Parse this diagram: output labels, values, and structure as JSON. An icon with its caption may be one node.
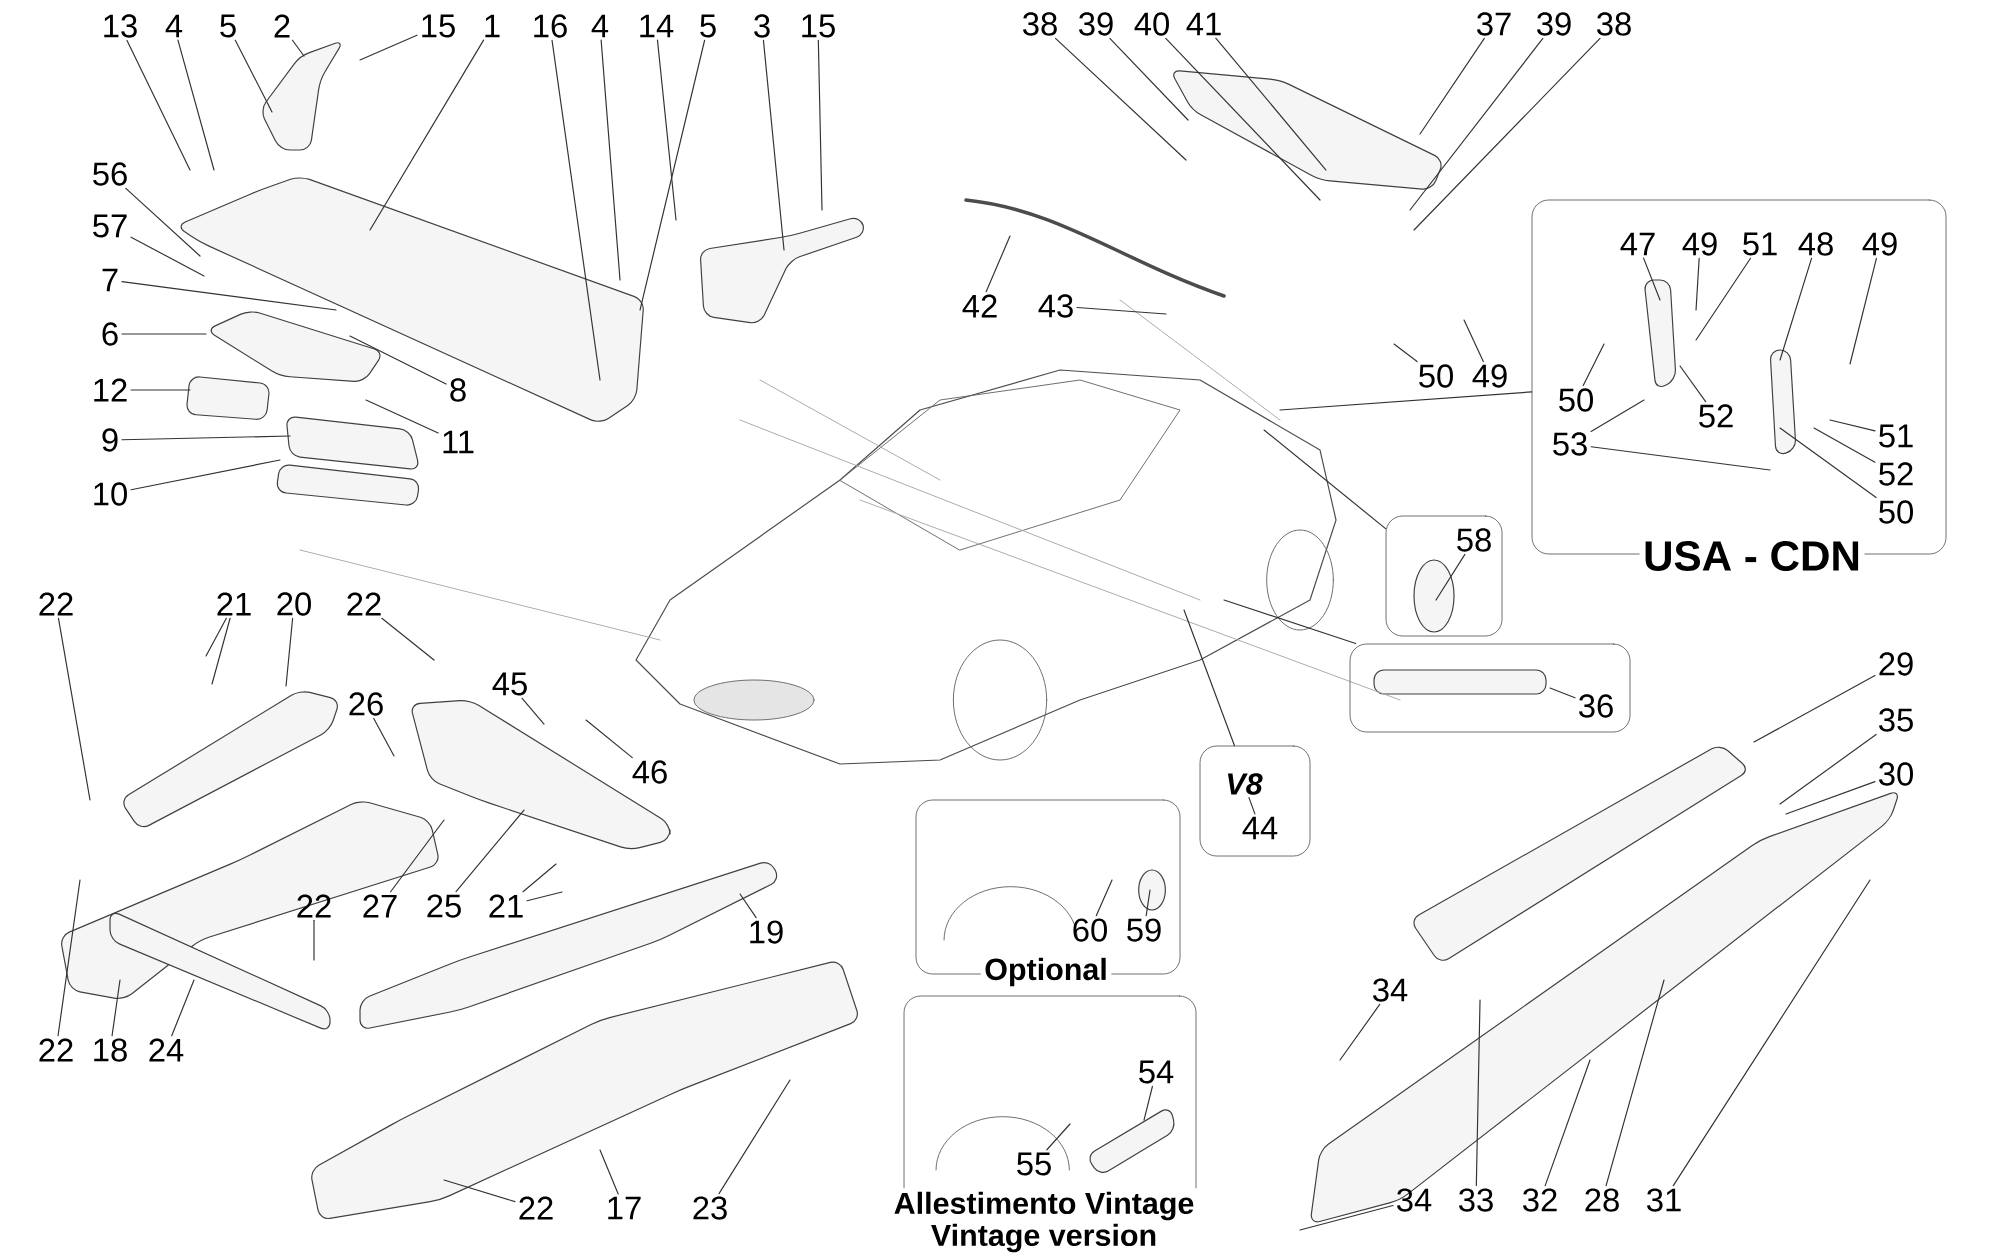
{
  "diagram": {
    "nodes": [
      {
        "text": [
          "13"
        ]
      },
      {
        "text": [
          "4"
        ]
      },
      {
        "text": [
          "5"
        ]
      },
      {
        "text": [
          "2"
        ]
      },
      {
        "text": [
          "15"
        ]
      },
      {
        "text": [
          "1"
        ]
      },
      {
        "text": [
          "16"
        ]
      },
      {
        "text": [
          "4"
        ]
      },
      {
        "text": [
          "14"
        ]
      },
      {
        "text": [
          "5"
        ]
      },
      {
        "text": [
          "3"
        ]
      },
      {
        "text": [
          "15"
        ]
      },
      {
        "text": [
          "56"
        ]
      },
      {
        "text": [
          "57"
        ]
      },
      {
        "text": [
          "7"
        ]
      },
      {
        "text": [
          "6"
        ]
      },
      {
        "text": [
          "8"
        ]
      },
      {
        "text": [
          "12"
        ]
      },
      {
        "text": [
          "11"
        ]
      },
      {
        "text": [
          "9"
        ]
      },
      {
        "text": [
          "10"
        ]
      },
      {
        "text": [
          "38"
        ]
      },
      {
        "text": [
          "39"
        ]
      },
      {
        "text": [
          "40"
        ]
      },
      {
        "text": [
          "41"
        ]
      },
      {
        "text": [
          "37"
        ]
      },
      {
        "text": [
          "39"
        ]
      },
      {
        "text": [
          "38"
        ]
      },
      {
        "text": [
          "42"
        ]
      },
      {
        "text": [
          "43"
        ]
      },
      {
        "text": [
          "50"
        ]
      },
      {
        "text": [
          "49"
        ]
      },
      {
        "text": [
          "USA - CDN"
        ]
      },
      {
        "text": [
          "47"
        ],
        "in": 32
      },
      {
        "text": [
          "49"
        ],
        "in": 32
      },
      {
        "text": [
          "51"
        ],
        "in": 32
      },
      {
        "text": [
          "48"
        ],
        "in": 32
      },
      {
        "text": [
          "49"
        ],
        "in": 32
      },
      {
        "text": [
          "50"
        ],
        "in": 32
      },
      {
        "text": [
          "52"
        ],
        "in": 32
      },
      {
        "text": [
          "53"
        ],
        "in": 32
      },
      {
        "text": [
          "51"
        ],
        "in": 32
      },
      {
        "text": [
          "52"
        ],
        "in": 32
      },
      {
        "text": [
          "50"
        ],
        "in": 32
      },
      {
        "text": [],
        "shape": "box"
      },
      {
        "text": [
          "58"
        ],
        "in": 44
      },
      {
        "text": [],
        "shape": "box"
      },
      {
        "text": [
          "36"
        ],
        "in": 46
      },
      {
        "text": [
          "22"
        ]
      },
      {
        "text": [
          "21"
        ]
      },
      {
        "text": [
          "20"
        ]
      },
      {
        "text": [
          "22"
        ]
      },
      {
        "text": [
          "26"
        ]
      },
      {
        "text": [
          "45"
        ]
      },
      {
        "text": [
          "46"
        ]
      },
      {
        "text": [
          "27"
        ]
      },
      {
        "text": [
          "25"
        ]
      },
      {
        "text": [
          "21"
        ]
      },
      {
        "text": [
          "19"
        ]
      },
      {
        "text": [
          "22"
        ]
      },
      {
        "text": [
          "22"
        ]
      },
      {
        "text": [
          "18"
        ]
      },
      {
        "text": [
          "24"
        ]
      },
      {
        "text": [
          "22"
        ]
      },
      {
        "text": [
          "17"
        ]
      },
      {
        "text": [
          "23"
        ]
      },
      {
        "text": [],
        "shape": "box"
      },
      {
        "text": [
          "44"
        ],
        "in": 66
      },
      {
        "text": [
          "Optional"
        ]
      },
      {
        "text": [
          "60"
        ],
        "in": 68
      },
      {
        "text": [
          "59"
        ],
        "in": 68
      },
      {
        "text": [
          "Allestimento Vintage",
          "Vintage version"
        ]
      },
      {
        "text": [
          "54"
        ],
        "in": 71
      },
      {
        "text": [
          "55"
        ],
        "in": 71
      },
      {
        "text": [
          "29"
        ]
      },
      {
        "text": [
          "35"
        ]
      },
      {
        "text": [
          "30"
        ]
      },
      {
        "text": [
          "34"
        ]
      },
      {
        "text": [
          "33"
        ]
      },
      {
        "text": [
          "32"
        ]
      },
      {
        "text": [
          "28"
        ]
      },
      {
        "text": [
          "31"
        ]
      },
      {
        "text": [
          "34"
        ]
      },
      {
        "text": [
          "V8"
        ],
        "in": 66
      }
    ],
    "edges": [
      {
        "from": 0,
        "to": null,
        "arrow": "none"
      },
      {
        "from": 1,
        "to": null,
        "arrow": "none"
      },
      {
        "from": 2,
        "to": null,
        "arrow": "none"
      },
      {
        "from": 3,
        "to": null,
        "arrow": "none"
      },
      {
        "from": 4,
        "to": null,
        "arrow": "none"
      },
      {
        "from": 5,
        "to": null,
        "arrow": "none"
      },
      {
        "from": 6,
        "to": null,
        "arrow": "none"
      },
      {
        "from": 7,
        "to": null,
        "arrow": "none"
      },
      {
        "from": 8,
        "to": null,
        "arrow": "none"
      },
      {
        "from": 9,
        "to": null,
        "arrow": "none"
      },
      {
        "from": 10,
        "to": null,
        "arrow": "none"
      },
      {
        "from": 11,
        "to": null,
        "arrow": "none"
      },
      {
        "from": 12,
        "to": null,
        "arrow": "none"
      },
      {
        "from": 13,
        "to": null,
        "arrow": "none"
      },
      {
        "from": 14,
        "to": null,
        "arrow": "none"
      },
      {
        "from": 15,
        "to": null,
        "arrow": "none"
      },
      {
        "from": 16,
        "to": null,
        "arrow": "none"
      },
      {
        "from": 17,
        "to": null,
        "arrow": "none"
      },
      {
        "from": 18,
        "to": null,
        "arrow": "none"
      },
      {
        "from": 19,
        "to": null,
        "arrow": "none"
      },
      {
        "from": 20,
        "to": null,
        "arrow": "none"
      },
      {
        "from": 21,
        "to": null,
        "arrow": "none"
      },
      {
        "from": 22,
        "to": null,
        "arrow": "none"
      },
      {
        "from": 23,
        "to": null,
        "arrow": "none"
      },
      {
        "from": 24,
        "to": null,
        "arrow": "none"
      },
      {
        "from": 25,
        "to": null,
        "arrow": "none"
      },
      {
        "from": 26,
        "to": null,
        "arrow": "none"
      },
      {
        "from": 27,
        "to": null,
        "arrow": "none"
      },
      {
        "from": 28,
        "to": null,
        "arrow": "none"
      },
      {
        "from": 29,
        "to": null,
        "arrow": "none"
      },
      {
        "from": 30,
        "to": null,
        "arrow": "none"
      },
      {
        "from": 31,
        "to": null,
        "arrow": "none"
      },
      {
        "from": 32,
        "to": null,
        "arrow": "none"
      },
      {
        "from": 33,
        "to": null,
        "arrow": "none"
      },
      {
        "from": 34,
        "to": null,
        "arrow": "none"
      },
      {
        "from": 35,
        "to": null,
        "arrow": "none"
      },
      {
        "from": 36,
        "to": null,
        "arrow": "none"
      },
      {
        "from": 37,
        "to": null,
        "arrow": "none"
      },
      {
        "from": 38,
        "to": null,
        "arrow": "none"
      },
      {
        "from": 39,
        "to": null,
        "arrow": "none"
      },
      {
        "from": 40,
        "to": null,
        "arrow": "none"
      },
      {
        "from": 40,
        "to": null,
        "arrow": "none"
      },
      {
        "from": 41,
        "to": null,
        "arrow": "none"
      },
      {
        "from": 42,
        "to": null,
        "arrow": "none"
      },
      {
        "from": 43,
        "to": null,
        "arrow": "none"
      },
      {
        "from": 44,
        "to": null,
        "arrow": "none"
      },
      {
        "from": 45,
        "to": null,
        "arrow": "none"
      },
      {
        "from": 46,
        "to": null,
        "arrow": "none"
      },
      {
        "from": 47,
        "to": null,
        "arrow": "none"
      },
      {
        "from": 48,
        "to": null,
        "arrow": "none"
      },
      {
        "from": 49,
        "to": null,
        "arrow": "none"
      },
      {
        "from": 49,
        "to": null,
        "arrow": "none"
      },
      {
        "from": 50,
        "to": null,
        "arrow": "none"
      },
      {
        "from": 51,
        "to": null,
        "arrow": "none"
      },
      {
        "from": 52,
        "to": null,
        "arrow": "none"
      },
      {
        "from": 53,
        "to": null,
        "arrow": "none"
      },
      {
        "from": 54,
        "to": null,
        "arrow": "none"
      },
      {
        "from": 55,
        "to": null,
        "arrow": "none"
      },
      {
        "from": 56,
        "to": null,
        "arrow": "none"
      },
      {
        "from": 57,
        "to": null,
        "arrow": "none"
      },
      {
        "from": 57,
        "to": null,
        "arrow": "none"
      },
      {
        "from": 58,
        "to": null,
        "arrow": "none"
      },
      {
        "from": 59,
        "to": null,
        "arrow": "none"
      },
      {
        "from": 60,
        "to": null,
        "arrow": "none"
      },
      {
        "from": 61,
        "to": null,
        "arrow": "none"
      },
      {
        "from": 62,
        "to": null,
        "arrow": "none"
      },
      {
        "from": 63,
        "to": null,
        "arrow": "none"
      },
      {
        "from": 64,
        "to": null,
        "arrow": "none"
      },
      {
        "from": 65,
        "to": null,
        "arrow": "none"
      },
      {
        "from": 66,
        "to": null,
        "arrow": "none"
      },
      {
        "from": 67,
        "to": 83,
        "arrow": "none"
      },
      {
        "from": 69,
        "to": null,
        "arrow": "none"
      },
      {
        "from": 70,
        "to": null,
        "arrow": "none"
      },
      {
        "from": 72,
        "to": null,
        "arrow": "none"
      },
      {
        "from": 73,
        "to": null,
        "arrow": "none"
      },
      {
        "from": 74,
        "to": null,
        "arrow": "none"
      },
      {
        "from": 75,
        "to": null,
        "arrow": "none"
      },
      {
        "from": 76,
        "to": null,
        "arrow": "none"
      },
      {
        "from": 77,
        "to": null,
        "arrow": "none"
      },
      {
        "from": 78,
        "to": null,
        "arrow": "none"
      },
      {
        "from": 79,
        "to": null,
        "arrow": "none"
      },
      {
        "from": 80,
        "to": null,
        "arrow": "none"
      },
      {
        "from": 81,
        "to": null,
        "arrow": "none"
      },
      {
        "from": 82,
        "to": null,
        "arrow": "none"
      }
    ]
  }
}
